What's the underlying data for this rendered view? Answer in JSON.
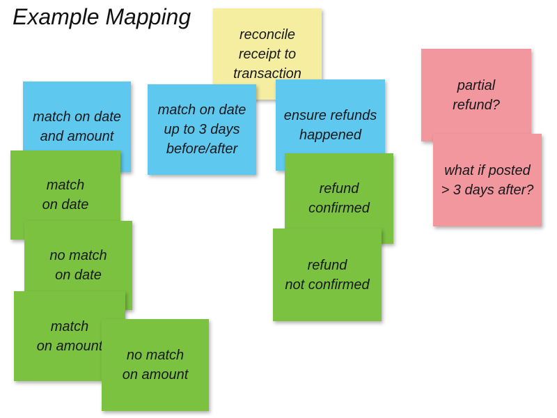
{
  "title": "Example Mapping",
  "colors": {
    "yellow": "#F5EDA0",
    "blue": "#5FC8EF",
    "green": "#7CC241",
    "pink": "#F2979E",
    "text": "#17181C",
    "background": "#FFFFFF"
  },
  "notes": [
    {
      "id": "reconcile-receipt-to-transaction",
      "color": "yellow",
      "lines": [
        "reconcile",
        "receipt to",
        "transaction"
      ]
    },
    {
      "id": "match-on-date-and-amount",
      "color": "blue",
      "lines": [
        "match on date",
        "and amount"
      ]
    },
    {
      "id": "match-on-date-up-to-3-days",
      "color": "blue",
      "lines": [
        "match on date",
        "up to 3 days",
        "before/after"
      ]
    },
    {
      "id": "ensure-refunds-happened",
      "color": "blue",
      "lines": [
        "ensure refunds",
        "happened"
      ]
    },
    {
      "id": "match-on-date",
      "color": "green",
      "lines": [
        "match",
        "on date"
      ]
    },
    {
      "id": "no-match-on-date",
      "color": "green",
      "lines": [
        "no match",
        "on date"
      ]
    },
    {
      "id": "match-on-amount",
      "color": "green",
      "lines": [
        "match",
        "on amount"
      ]
    },
    {
      "id": "no-match-on-amount",
      "color": "green",
      "lines": [
        "no match",
        "on amount"
      ]
    },
    {
      "id": "refund-confirmed",
      "color": "green",
      "lines": [
        "refund",
        "confirmed"
      ]
    },
    {
      "id": "refund-not-confirmed",
      "color": "green",
      "lines": [
        "refund",
        "not confirmed"
      ]
    },
    {
      "id": "partial-refund",
      "color": "pink",
      "lines": [
        "partial",
        "refund?"
      ]
    },
    {
      "id": "what-if-posted-3-days-after",
      "color": "pink",
      "lines": [
        "what if posted",
        "> 3 days after?"
      ]
    }
  ]
}
